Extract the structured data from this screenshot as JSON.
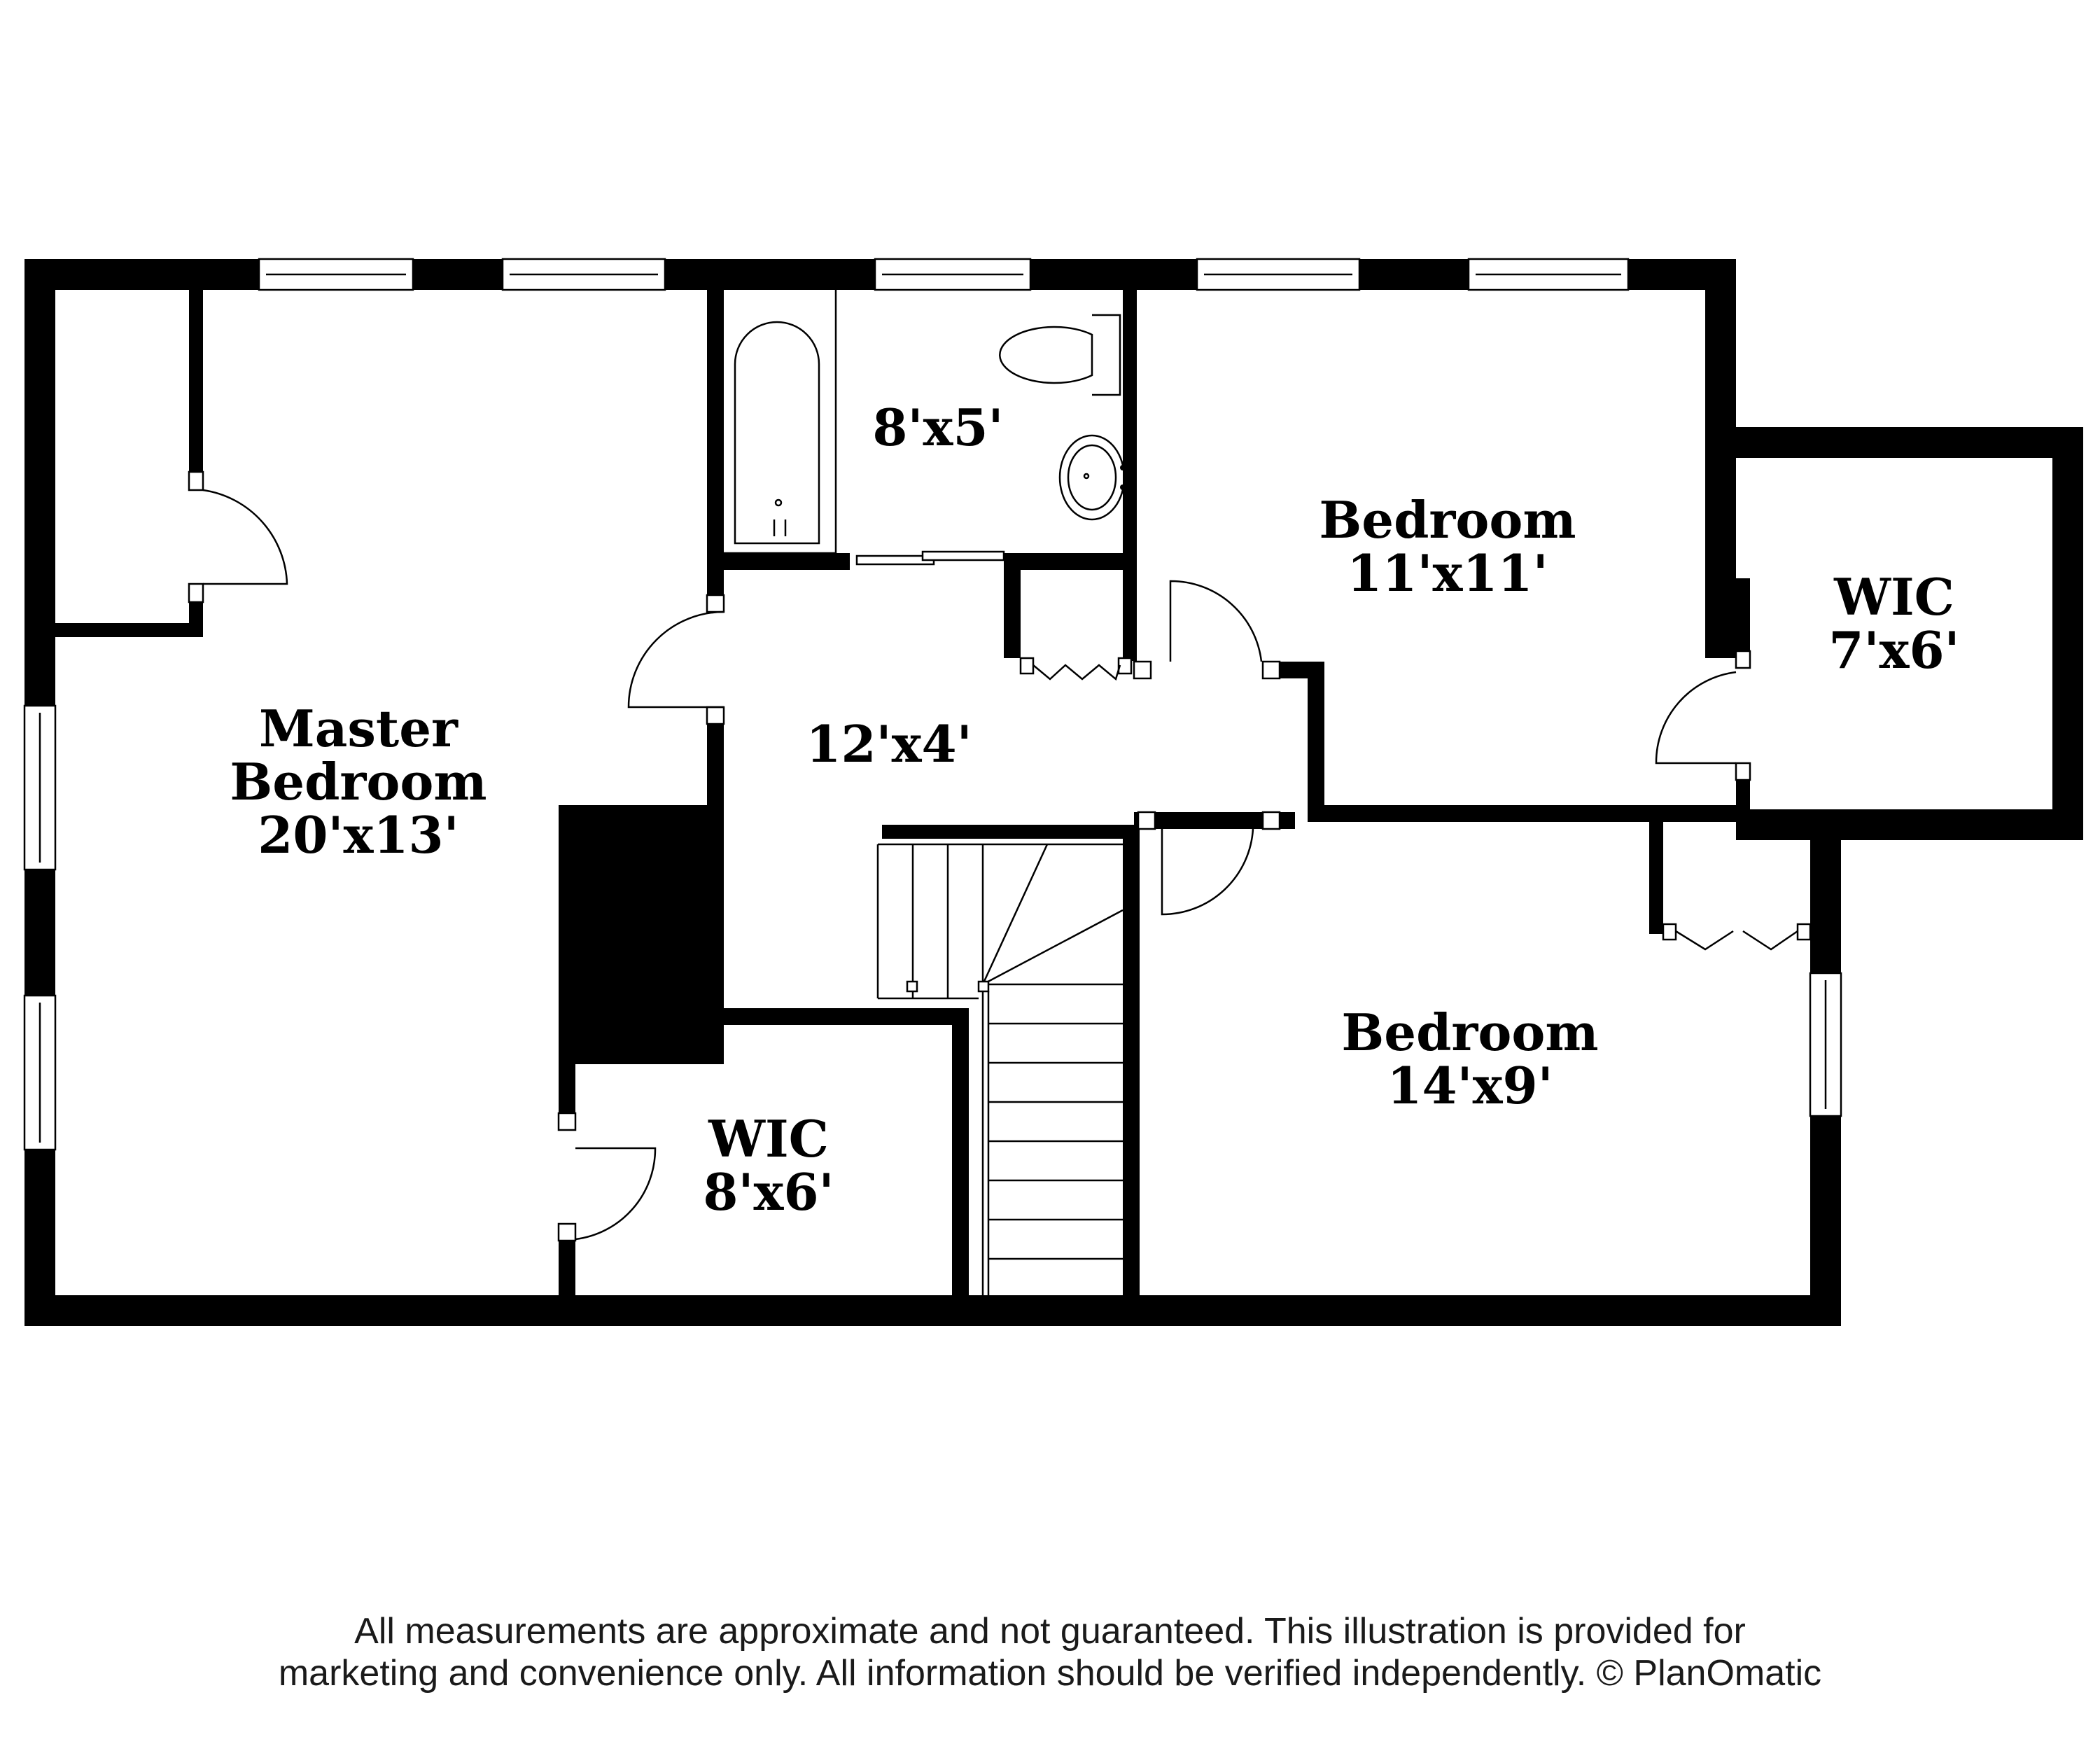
{
  "rooms": {
    "master_bedroom": {
      "name_line1": "Master",
      "name_line2": "Bedroom",
      "size": "20'x13'"
    },
    "bathroom": {
      "size": "8'x5'"
    },
    "hallway": {
      "size": "12'x4'"
    },
    "bedroom_upper": {
      "name": "Bedroom",
      "size": "11'x11'"
    },
    "bedroom_lower": {
      "name": "Bedroom",
      "size": "14'x9'"
    },
    "wic_right": {
      "name": "WIC",
      "size": "7'x6'"
    },
    "wic_master": {
      "name": "WIC",
      "size": "8'x6'"
    }
  },
  "disclaimer": {
    "line1": "All measurements are approximate and not guaranteed. This illustration is provided for",
    "line2": "marketing and convenience only. All information should be verified independently. © PlanOmatic"
  },
  "colors": {
    "wall": "#000000",
    "background": "#ffffff",
    "text": "#1a1a1a"
  }
}
